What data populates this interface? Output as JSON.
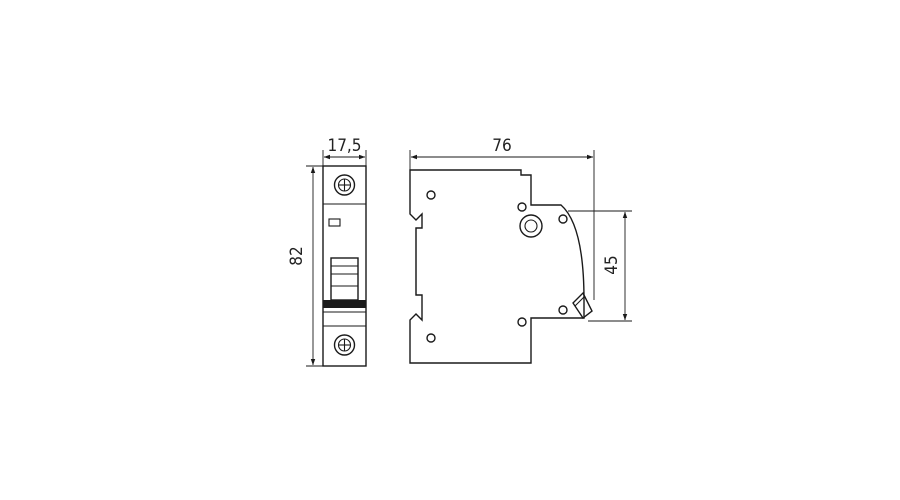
{
  "dimensions": {
    "front_width": "17,5",
    "height": "82",
    "side_depth": "76",
    "side_rail_height": "45"
  },
  "colors": {
    "line": "#1a1a1a",
    "background": "#ffffff"
  },
  "icons": {
    "terminal_screw": "screw-head-plus-icon",
    "arrowhead": "arrowhead-icon"
  }
}
